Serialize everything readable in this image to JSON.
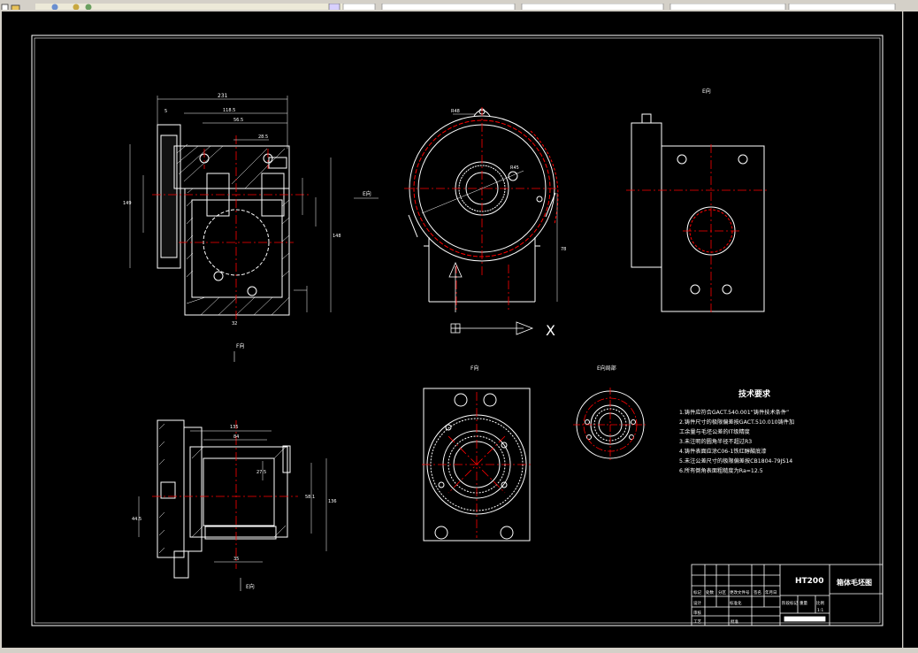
{
  "colors": {
    "background": "#000000",
    "line": "#ffffff",
    "centerline": "#ff0000",
    "dimension": "#ffffff"
  },
  "icons": [
    "new-file-icon",
    "open-file-icon",
    "save-icon",
    "undo-icon",
    "redo-icon",
    "layer-icon"
  ],
  "views": {
    "e_direction_top": "E向",
    "e_direction_left": "E向",
    "f_direction_left": "F向",
    "f_direction_bottom": "F向",
    "e_direction_bottom": "E向",
    "e_partial": "E向局部"
  },
  "ucs": {
    "x_label": "X"
  },
  "dims": {
    "top_overall": "231",
    "top_second": "118.5",
    "top_third": "56.5",
    "top_small": "5",
    "top_inner": "28.5",
    "left_height": "149",
    "right_height": "148",
    "bottom_width": "32",
    "front_tag": "R48",
    "front_radius": "R45",
    "bottom_left_overall": "135",
    "bottom_left_h1": "84",
    "bottom_left_h2": "44.5",
    "bottom_left_v": "136",
    "bottom_right_v": "78",
    "bottom_right_v2": "58.1",
    "bottom_inner": "27.5",
    "bottom_bottom": "35"
  },
  "tech_requirements": {
    "title": "技术要求",
    "items": [
      "1.铸件应符合GACT.540.001“铸件技术条件”",
      "2.铸件尺寸的极限偏差按GACT.510.010铸件加",
      "工余量与毛坯公差的IT级精度",
      "3.未注明的圆角半径不超过R3",
      "4.铸件表面应涂C06-1铁红醇酸底漆",
      "5.未注公差尺寸的极限偏差按CB1804-79JS14",
      "6.所有倒角表面粗糙度为Ra=12.5"
    ]
  },
  "title_block": {
    "material": "HT200",
    "part_name": "箱体毛坯图",
    "cells": [
      "标记",
      "处数",
      "分区",
      "更改文件号",
      "签名",
      "年月日",
      "设计",
      "标准化",
      "审核",
      "工艺",
      "批准",
      "阶段标记",
      "重量",
      "比例",
      "1:1"
    ]
  }
}
